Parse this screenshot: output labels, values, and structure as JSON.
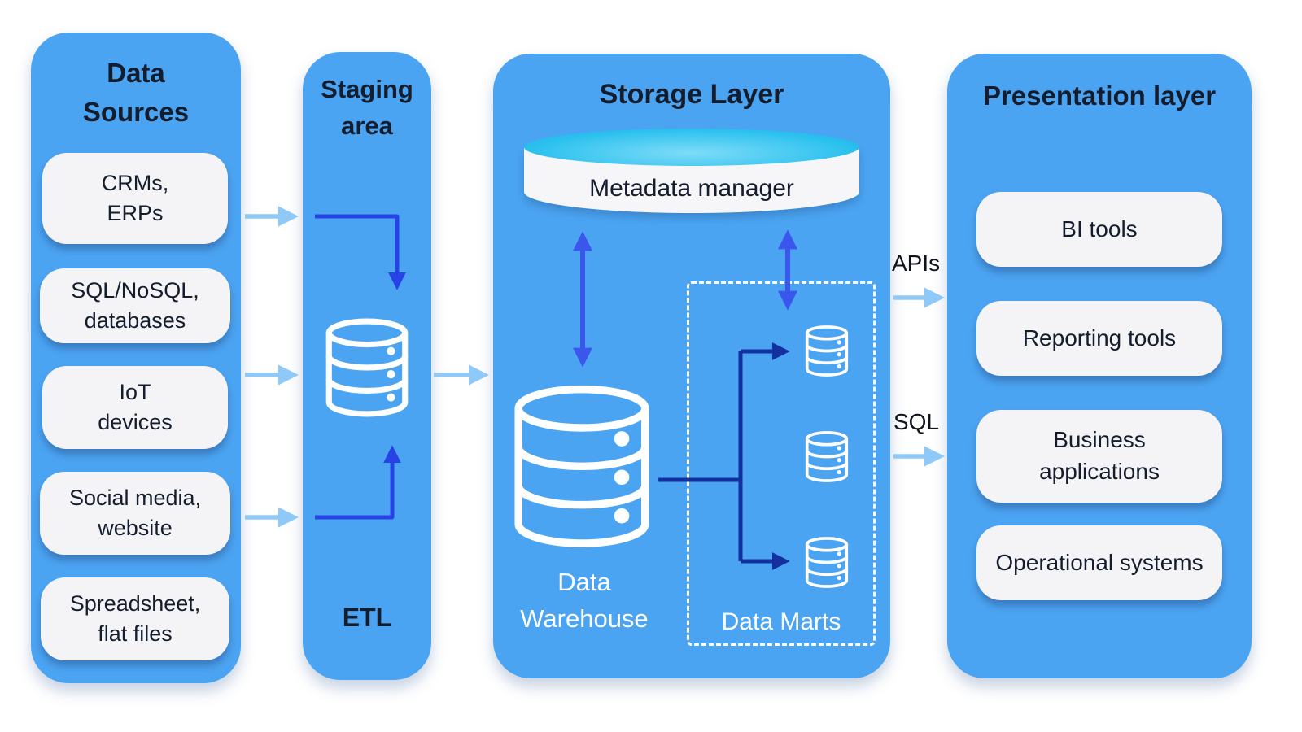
{
  "panels": {
    "data_sources": {
      "title": "Data\nSources",
      "items": [
        "CRMs,\nERPs",
        "SQL/NoSQL,\ndatabases",
        "IoT\ndevices",
        "Social media,\nwebsite",
        "Spreadsheet,\nflat files"
      ]
    },
    "staging": {
      "title": "Staging\narea",
      "etl_label": "ETL",
      "icon": "database-icon"
    },
    "storage": {
      "title": "Storage Layer",
      "metadata_label": "Metadata manager",
      "warehouse_label": "Data\nWarehouse",
      "marts_label": "Data Marts",
      "warehouse_icon": "database-icon",
      "mart_icons": [
        "database-icon",
        "database-icon",
        "database-icon"
      ]
    },
    "presentation": {
      "title": "Presentation layer",
      "items": [
        "BI tools",
        "Reporting tools",
        "Business\napplications",
        "Operational systems"
      ]
    }
  },
  "connections": {
    "apis_label": "APIs",
    "sql_label": "SQL"
  },
  "colors": {
    "panel_blue": "#4BA4F2",
    "card_white": "#F4F4F6",
    "text_dark": "#141d2e",
    "arrow_light_blue": "#8FC9F8",
    "arrow_royal_blue": "#2843E5",
    "arrow_double_blue": "#3A56EC",
    "arrow_navy": "#152F9E",
    "cylinder_cyan": "#29C0EE"
  }
}
